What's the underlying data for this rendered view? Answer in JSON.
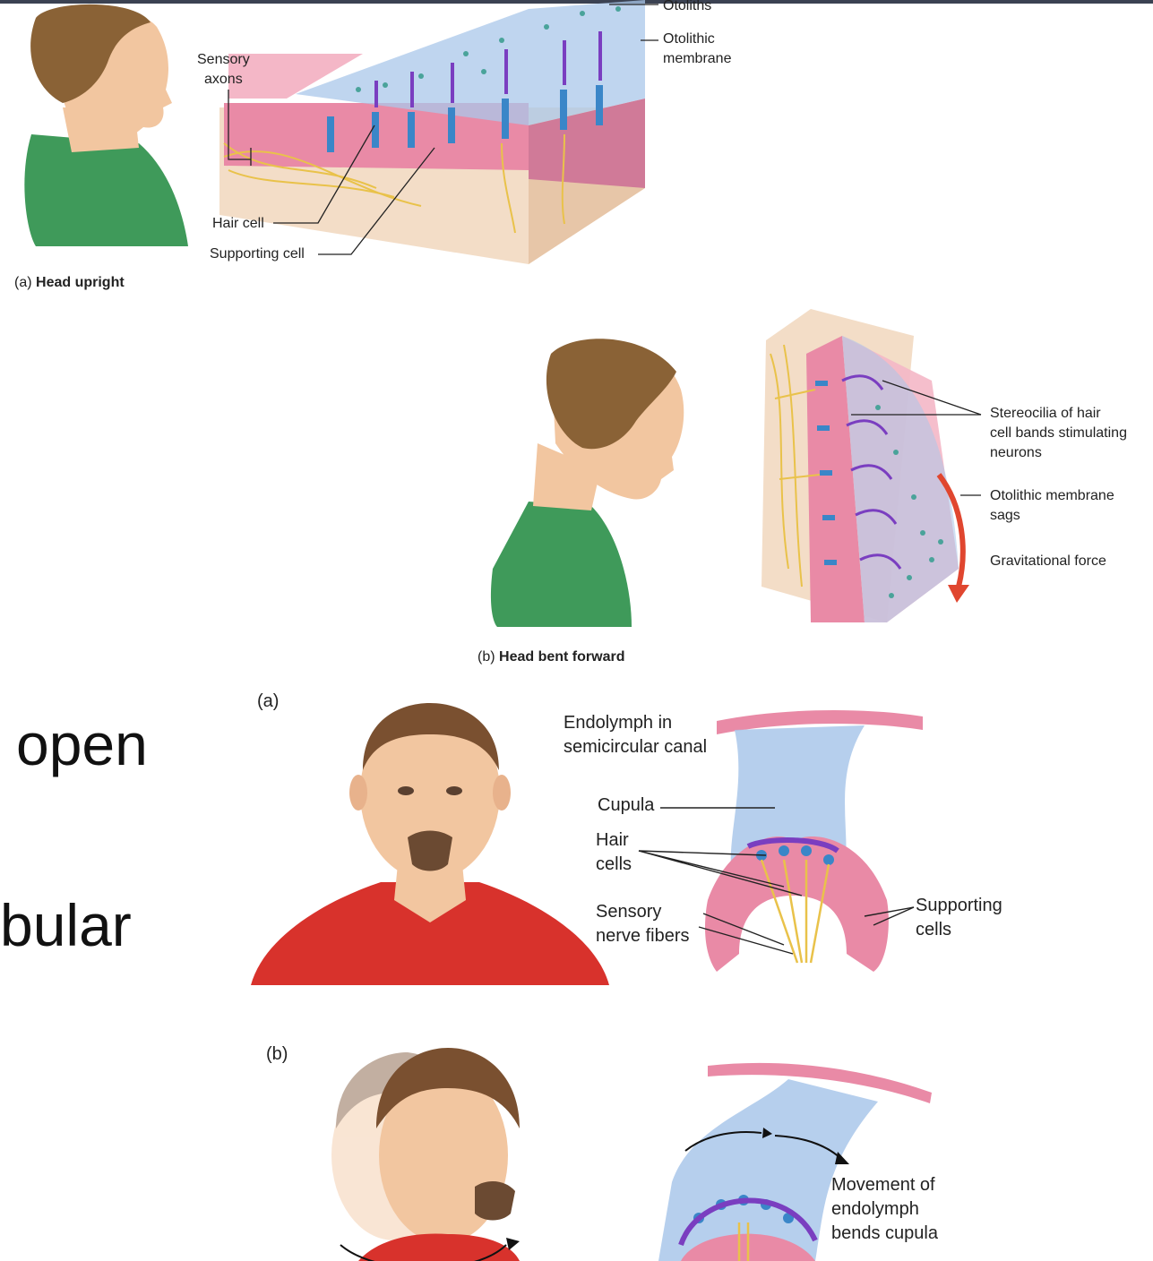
{
  "slide_fragments": {
    "line1": "open",
    "line2": "bular"
  },
  "fig1": {
    "part_a": {
      "letter": "(a)",
      "title": "Head upright",
      "labels": {
        "otoliths": "Otoliths",
        "otolithic_membrane": "Otolithic\nmembrane",
        "sensory_axons": "Sensory\naxons",
        "hair_cell": "Hair cell",
        "supporting_cell": "Supporting cell"
      }
    },
    "part_b": {
      "letter": "(b)",
      "title": "Head bent forward",
      "labels": {
        "stereocilia": "Stereocilia of hair\ncell bands stimulating\nneurons",
        "membrane_sags": "Otolithic membrane\nsags",
        "gravity": "Gravitational force"
      }
    }
  },
  "fig2": {
    "part_a": {
      "letter": "(a)",
      "labels": {
        "endolymph": "Endolymph in\nsemicircular canal",
        "cupula": "Cupula",
        "hair_cells": "Hair\ncells",
        "sensory_nerve": "Sensory\nnerve fibers",
        "supporting_cells": "Supporting\ncells"
      }
    },
    "part_b": {
      "letter": "(b)",
      "labels": {
        "movement": "Movement of\nendolymph\nbends cupula"
      }
    }
  },
  "colors": {
    "skin": "#f2c6a0",
    "green_shirt": "#3f9a5a",
    "red_shirt": "#d8322c",
    "tissue_pink": "#e98aa6",
    "membrane_blue": "#a9c7ea",
    "nerve_yellow": "#e9c24a",
    "hair_brown": "#8a6236",
    "arrow_red": "#e0462f"
  }
}
